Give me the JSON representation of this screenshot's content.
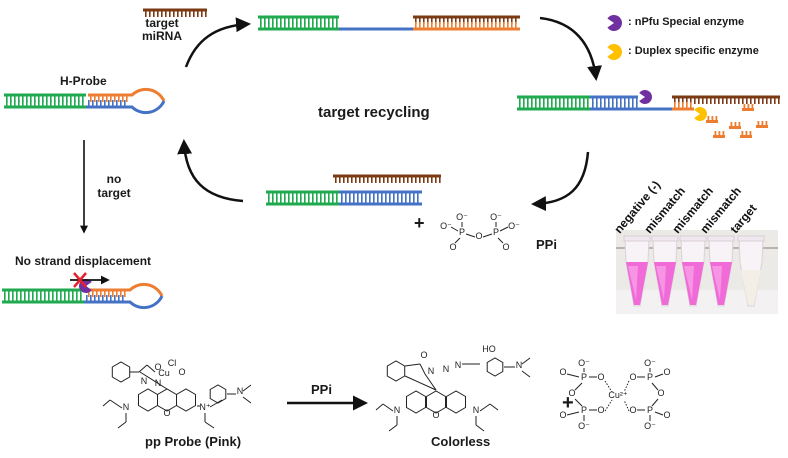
{
  "colors": {
    "green": "#1faa4f",
    "blue": "#4472c4",
    "orange": "#ed7d31",
    "brown": "#7b3a14",
    "purple": "#7030a0",
    "yellow": "#ffc000",
    "pink": "#f06ad8",
    "arrow": "#111111",
    "cross": "#e8202a"
  },
  "labels": {
    "target_mirna_line1": "target",
    "target_mirna_line2": "miRNA",
    "h_probe": "H-Probe",
    "target_recycling": "target recycling",
    "no_target_line1": "no",
    "no_target_line2": "target",
    "no_strand_displacement": "No strand displacement",
    "plus": "+",
    "ppi": "PPi"
  },
  "legend": {
    "items": [
      {
        "icon": "purple-enzyme-icon",
        "label": ": nPfu Special enzyme"
      },
      {
        "icon": "yellow-enzyme-icon",
        "label": ": Duplex specific enzyme"
      }
    ]
  },
  "tubes": {
    "labels": [
      "negative (-)",
      "mismatch",
      "mismatch",
      "mismatch",
      "target"
    ],
    "colors": [
      "pink",
      "pink",
      "pink",
      "pink",
      "colorless"
    ]
  },
  "reaction": {
    "reactant_label": "pp Probe (Pink)",
    "arrow_label": "PPi",
    "product_label": "Colorless",
    "plus": "+",
    "atoms": {
      "O": "O",
      "O_minus": "O⁻",
      "P": "P",
      "Cu": "Cu",
      "Cu2": "Cu²⁺",
      "Cl": "Cl",
      "N": "N",
      "N_plus": "N⁺",
      "HO": "HO"
    }
  }
}
